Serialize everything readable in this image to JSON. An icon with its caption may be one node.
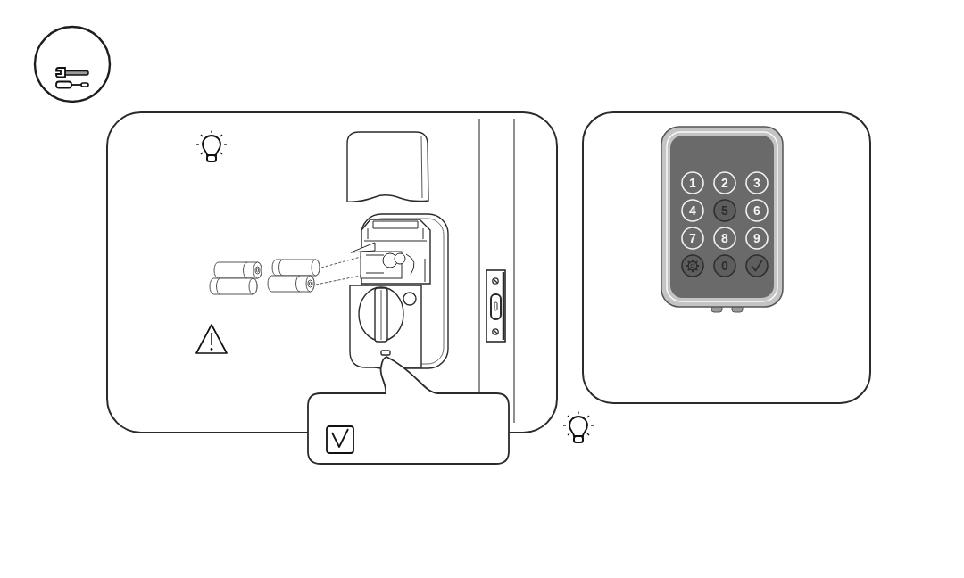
{
  "diagram": {
    "labels": [
      "1",
      "2",
      "3",
      "4",
      "5",
      "6",
      "7",
      "8",
      "9",
      "0"
    ]
  }
}
